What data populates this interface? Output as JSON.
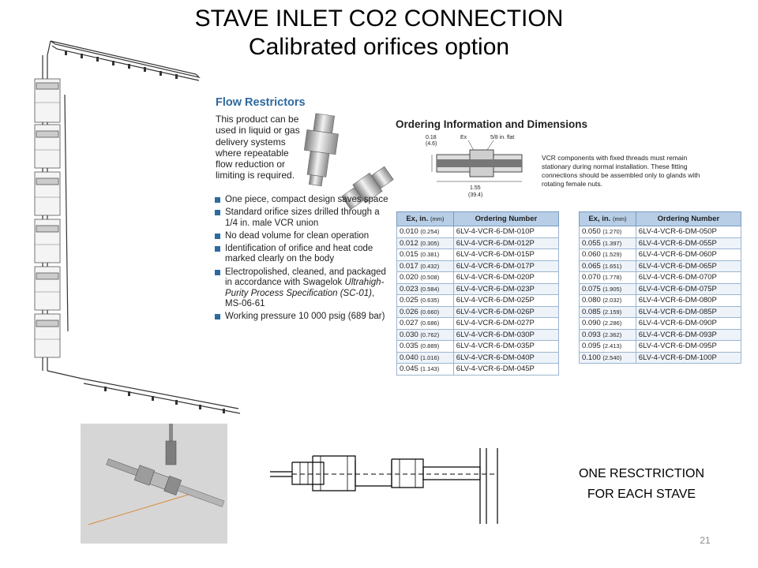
{
  "slide": {
    "title_line1": "STAVE INLET CO2 CONNECTION",
    "title_line2": "Calibrated orifices option",
    "note_line1": "ONE RESCTRICTION",
    "note_line2": "FOR EACH STAVE",
    "page_number": "21"
  },
  "catalog": {
    "heading": "Flow Restrictors",
    "intro": "This product can be used in liquid or gas delivery systems where repeatable flow reduction or limiting is required.",
    "bullets": [
      "One piece, compact design saves space",
      "Standard orifice sizes drilled through a 1/4 in. male VCR union",
      "No dead volume for clean operation",
      "Identification of orifice and heat code marked clearly on the body",
      "Electropolished, cleaned, and packaged in accordance with Swagelok",
      "Ultrahigh-Purity Process Specification (SC-01)",
      ", MS-06-61",
      "Working pressure 10 000 psig (689 bar)"
    ],
    "ordering_title": "Ordering Information and Dimensions",
    "vcr_note": "VCR components with fixed threads must remain stationary during normal installation. These fitting connections should be assembled only to glands with rotating female nuts.",
    "dimensions": {
      "ex_label": "Ex",
      "flat": "5/8 in. flat",
      "dim1_in": "0.18",
      "dim1_mm": "(4.6)",
      "dim2_in": "1.55",
      "dim2_mm": "(39.4)"
    },
    "table_headers": {
      "ex": "Ex, in.",
      "ex_unit": "(mm)",
      "ordering": "Ordering Number"
    },
    "table_left": [
      {
        "ex": "0.010",
        "mm": "(0.254)",
        "ord": "6LV-4-VCR-6-DM-010P"
      },
      {
        "ex": "0.012",
        "mm": "(0.305)",
        "ord": "6LV-4-VCR-6-DM-012P"
      },
      {
        "ex": "0.015",
        "mm": "(0.381)",
        "ord": "6LV-4-VCR-6-DM-015P"
      },
      {
        "ex": "0.017",
        "mm": "(0.432)",
        "ord": "6LV-4-VCR-6-DM-017P"
      },
      {
        "ex": "0.020",
        "mm": "(0.508)",
        "ord": "6LV-4-VCR-6-DM-020P"
      },
      {
        "ex": "0.023",
        "mm": "(0.584)",
        "ord": "6LV-4-VCR-6-DM-023P"
      },
      {
        "ex": "0.025",
        "mm": "(0.635)",
        "ord": "6LV-4-VCR-6-DM-025P"
      },
      {
        "ex": "0.026",
        "mm": "(0.660)",
        "ord": "6LV-4-VCR-6-DM-026P"
      },
      {
        "ex": "0.027",
        "mm": "(0.686)",
        "ord": "6LV-4-VCR-6-DM-027P"
      },
      {
        "ex": "0.030",
        "mm": "(0.762)",
        "ord": "6LV-4-VCR-6-DM-030P"
      },
      {
        "ex": "0.035",
        "mm": "(0.889)",
        "ord": "6LV-4-VCR-6-DM-035P"
      },
      {
        "ex": "0.040",
        "mm": "(1.016)",
        "ord": "6LV-4-VCR-6-DM-040P"
      },
      {
        "ex": "0.045",
        "mm": "(1.143)",
        "ord": "6LV-4-VCR-6-DM-045P"
      }
    ],
    "table_right": [
      {
        "ex": "0.050",
        "mm": "(1.270)",
        "ord": "6LV-4-VCR-6-DM-050P"
      },
      {
        "ex": "0.055",
        "mm": "(1.397)",
        "ord": "6LV-4-VCR-6-DM-055P"
      },
      {
        "ex": "0.060",
        "mm": "(1.529)",
        "ord": "6LV-4-VCR-6-DM-060P"
      },
      {
        "ex": "0.065",
        "mm": "(1.651)",
        "ord": "6LV-4-VCR-6-DM-065P"
      },
      {
        "ex": "0.070",
        "mm": "(1.778)",
        "ord": "6LV-4-VCR-6-DM-070P"
      },
      {
        "ex": "0.075",
        "mm": "(1.905)",
        "ord": "6LV-4-VCR-6-DM-075P"
      },
      {
        "ex": "0.080",
        "mm": "(2.032)",
        "ord": "6LV-4-VCR-6-DM-080P"
      },
      {
        "ex": "0.085",
        "mm": "(2.159)",
        "ord": "6LV-4-VCR-6-DM-085P"
      },
      {
        "ex": "0.090",
        "mm": "(2.286)",
        "ord": "6LV-4-VCR-6-DM-090P"
      },
      {
        "ex": "0.093",
        "mm": "(2.362)",
        "ord": "6LV-4-VCR-6-DM-093P"
      },
      {
        "ex": "0.095",
        "mm": "(2.413)",
        "ord": "6LV-4-VCR-6-DM-095P"
      },
      {
        "ex": "0.100",
        "mm": "(2.540)",
        "ord": "6LV-4-VCR-6-DM-100P"
      }
    ]
  },
  "colors": {
    "accent": "#2d6a9f",
    "table_header": "#b7cee6"
  }
}
